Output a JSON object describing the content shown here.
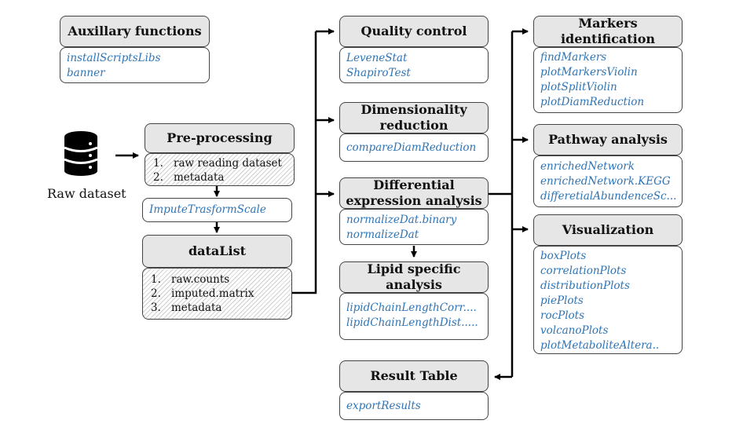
{
  "auxiliary": {
    "title": "Auxillary functions",
    "functions": [
      "installScriptsLibs",
      "banner"
    ]
  },
  "raw_dataset": {
    "label": "Raw dataset",
    "icon": "database-icon"
  },
  "preprocessing": {
    "title": "Pre-processing",
    "steps": [
      "raw reading dataset",
      "metadata"
    ],
    "step_numbers": [
      "1.",
      "2."
    ]
  },
  "impute": {
    "function": "ImputeTrasformScale"
  },
  "datalist": {
    "title": "dataList",
    "items": [
      "raw.counts",
      "imputed.matrix",
      "metadata"
    ],
    "item_numbers": [
      "1.",
      "2.",
      "3."
    ]
  },
  "quality_control": {
    "title": "Quality control",
    "functions": [
      "LeveneStat",
      "ShapiroTest"
    ]
  },
  "dim_reduction": {
    "title_line1": "Dimensionality",
    "title_line2": "reduction",
    "functions": [
      "compareDiamReduction"
    ]
  },
  "diff_expression": {
    "title_line1": "Differential",
    "title_line2": "expression analysis",
    "functions": [
      "normalizeDat.binary",
      "normalizeDat"
    ]
  },
  "lipid": {
    "title_line1": "Lipid specific",
    "title_line2": "analysis",
    "functions": [
      "lipidChainLengthCorr....",
      "lipidChainLengthDist....."
    ]
  },
  "result_table": {
    "title": "Result Table",
    "functions": [
      "exportResults"
    ]
  },
  "markers": {
    "title_line1": "Markers",
    "title_line2": "identification",
    "functions": [
      "findMarkers",
      "plotMarkersViolin",
      "plotSplitViolin",
      "plotDiamReduction"
    ]
  },
  "pathway": {
    "title": "Pathway analysis",
    "functions": [
      "enrichedNetwork",
      "enrichedNetwork.KEGG",
      "differetialAbundenceSc..."
    ]
  },
  "visualization": {
    "title": "Visualization",
    "functions": [
      "boxPlots",
      "correlationPlots",
      "distributionPlots",
      "piePlots",
      "rocPlots",
      "volcanoPlots",
      "plotMetaboliteAltera.."
    ]
  },
  "colors": {
    "function_text": "#2e74b5",
    "header_fill": "#e6e6e6",
    "line": "#000000"
  }
}
